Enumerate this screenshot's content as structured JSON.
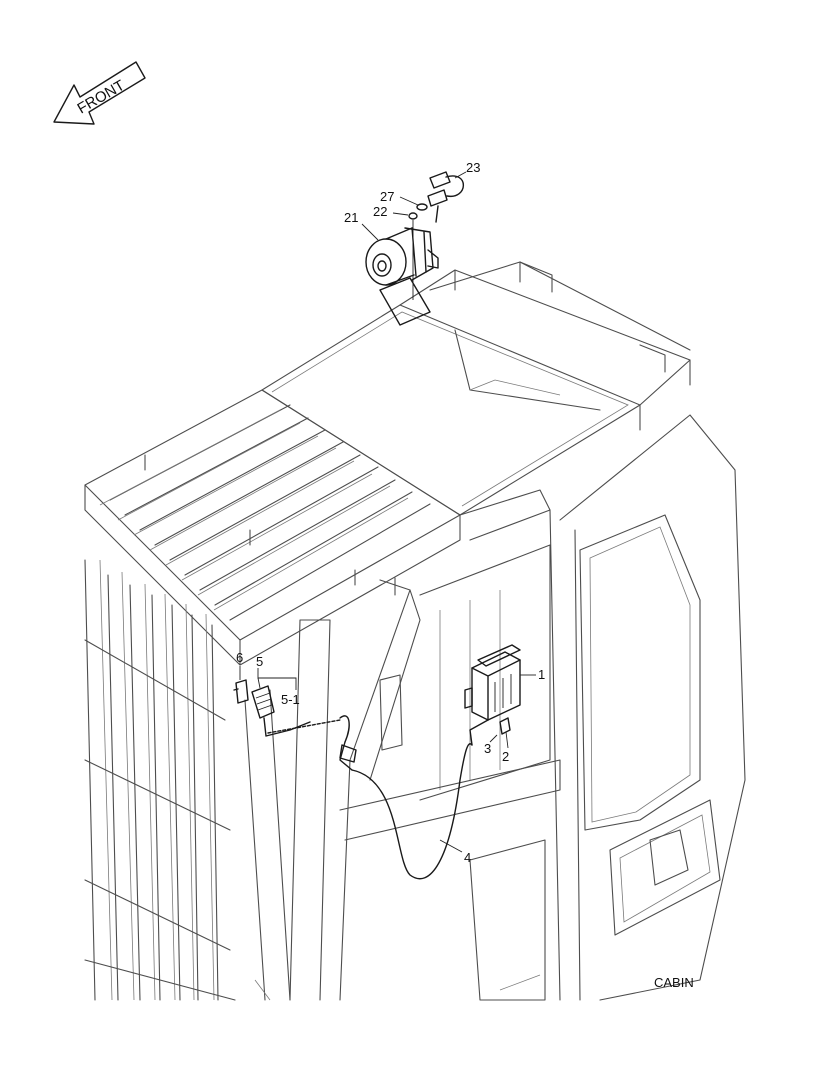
{
  "front_label": "FRONT",
  "section_label": "CABIN",
  "callouts": {
    "c1": "1",
    "c2": "2",
    "c3": "3",
    "c4": "4",
    "c5": "5",
    "c5_1": "5-1",
    "c6": "6",
    "c21": "21",
    "c22": "22",
    "c23": "23",
    "c27": "27"
  }
}
